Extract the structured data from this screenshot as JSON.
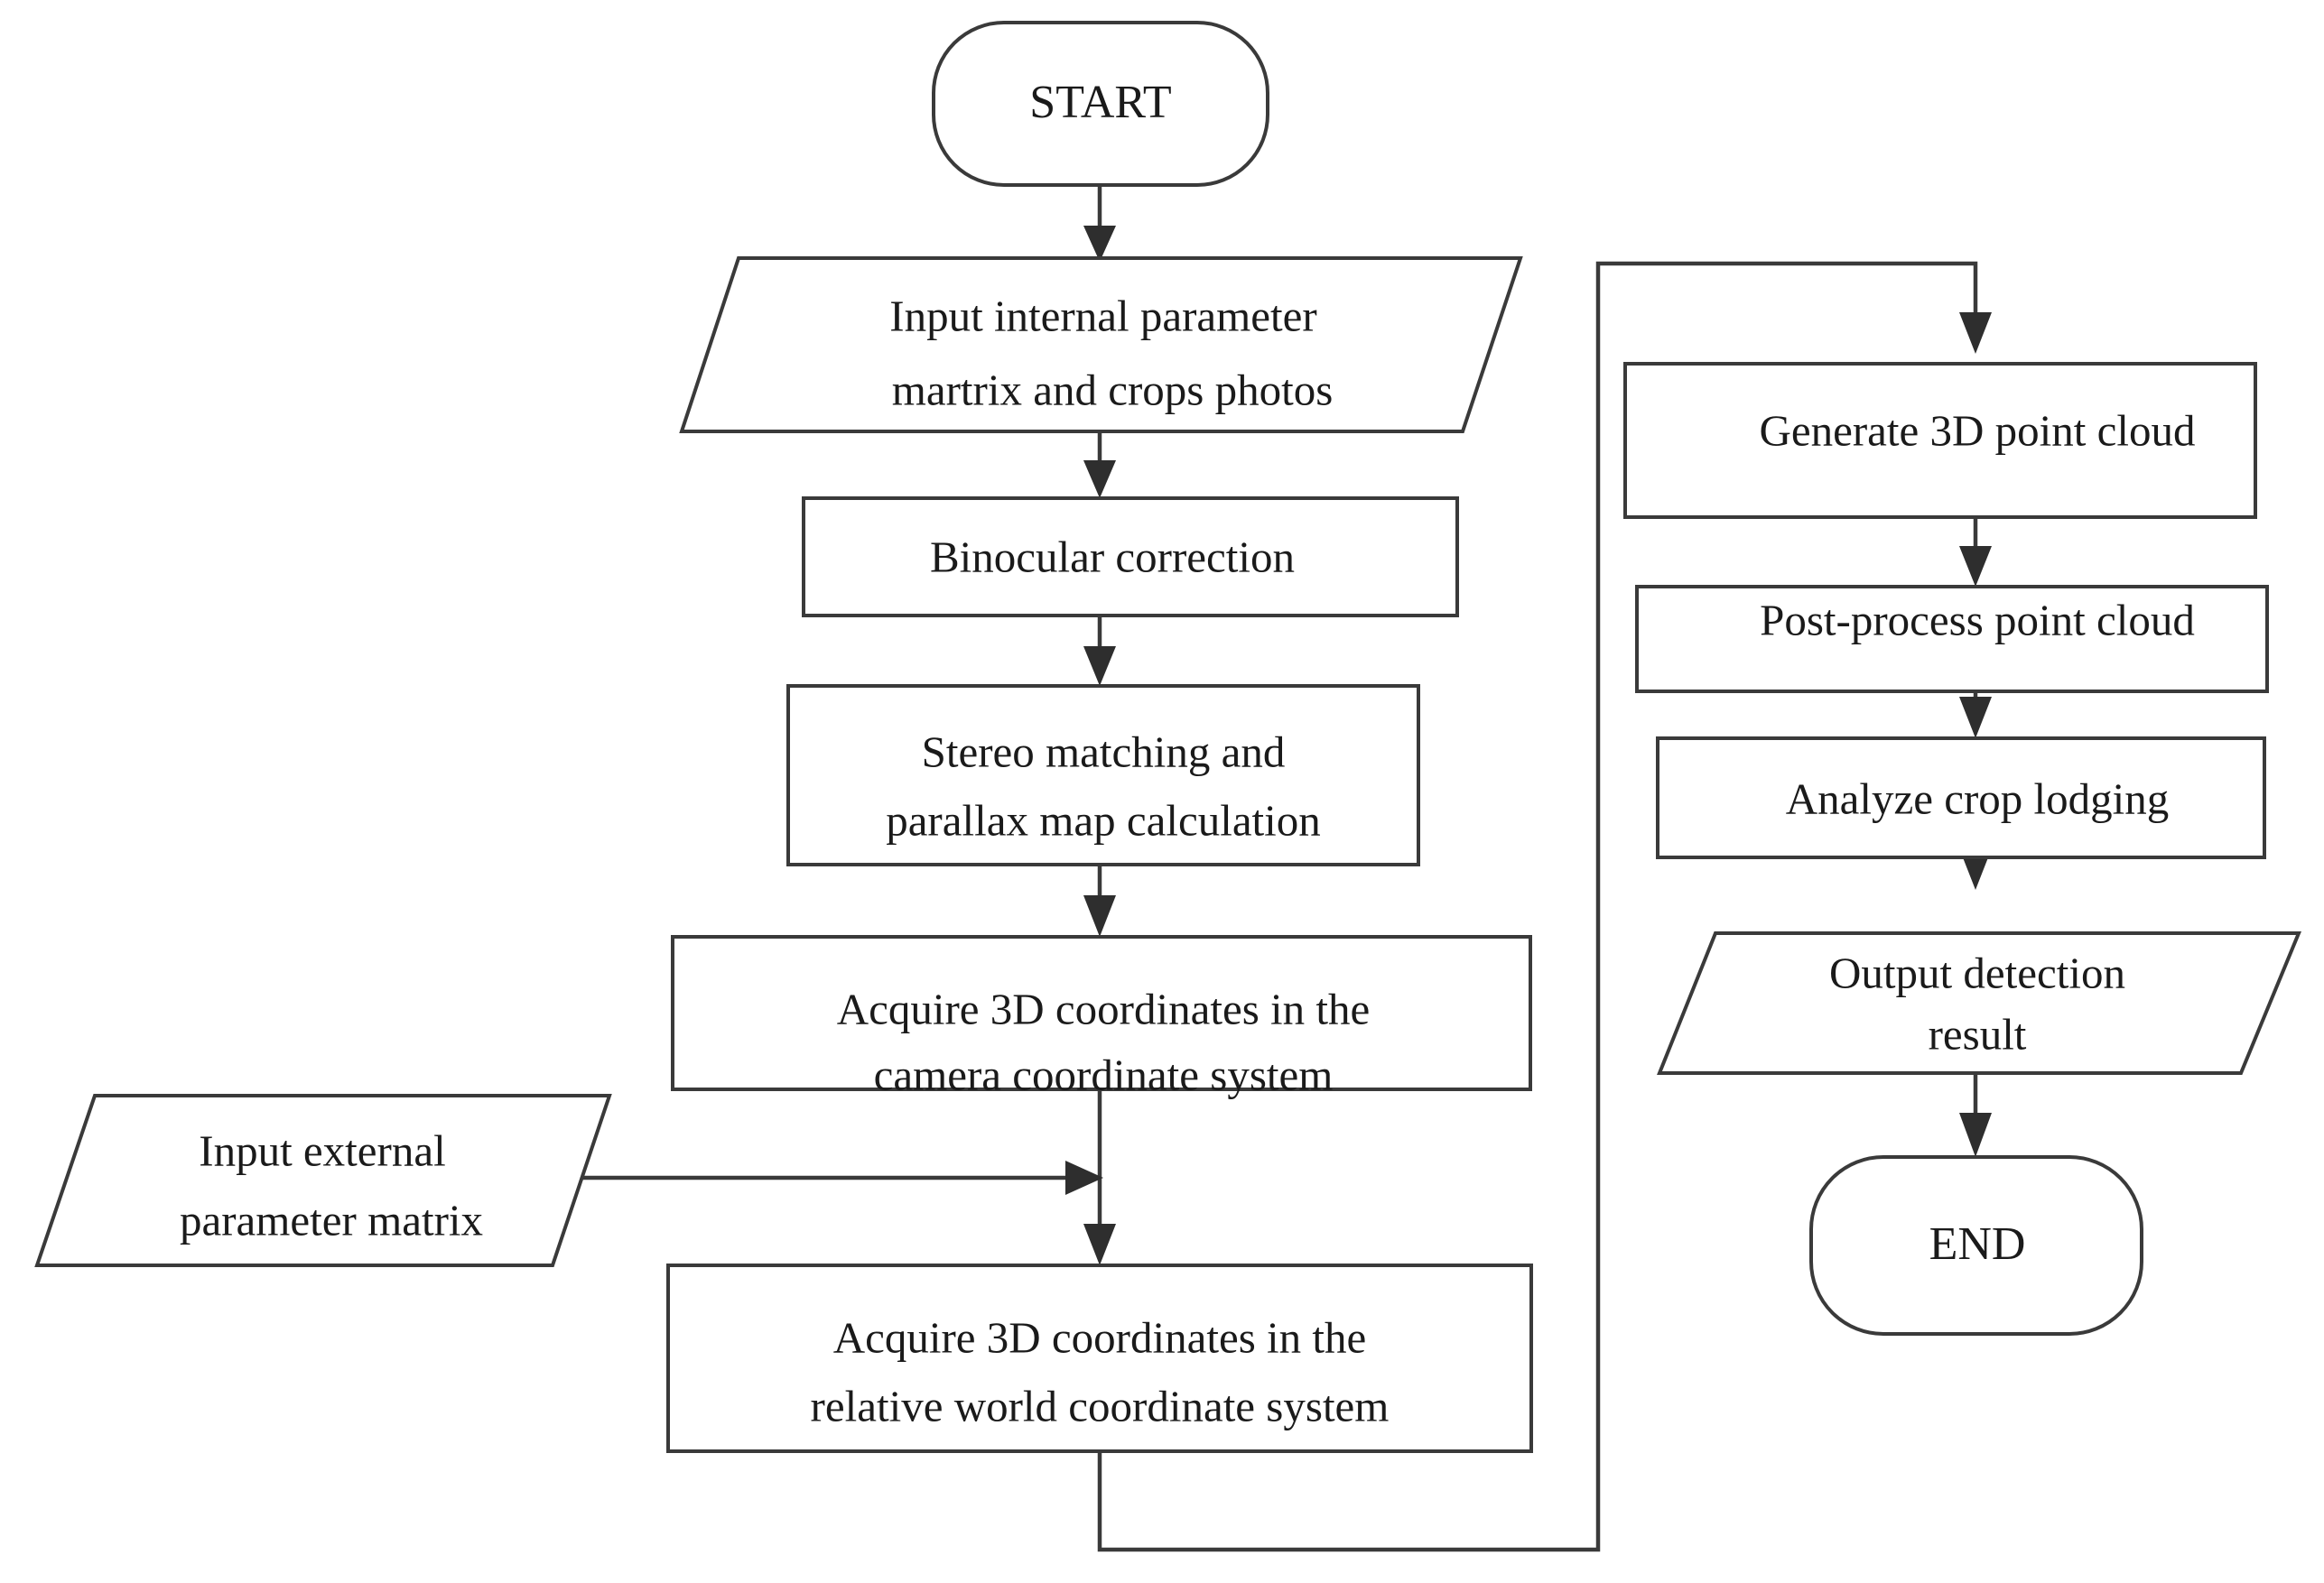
{
  "diagram": {
    "title": "Crop lodging 3D reconstruction detection flowchart",
    "type": "flowchart",
    "colors": {
      "stroke": "#3a3a3a",
      "fill": "#ffffff",
      "text": "#1a1a1a",
      "arrow": "#2e2e2e"
    },
    "nodes": [
      {
        "id": "start",
        "shape": "terminator",
        "label": "START",
        "lines": [
          "START"
        ]
      },
      {
        "id": "input_internal",
        "shape": "parallelogram",
        "label": "Input internal parameter martrix and crops photos",
        "lines": [
          "Input internal parameter",
          "martrix and crops photos"
        ]
      },
      {
        "id": "binocular",
        "shape": "process",
        "label": "Binocular correction",
        "lines": [
          "Binocular correction"
        ]
      },
      {
        "id": "stereo",
        "shape": "process",
        "label": "Stereo matching and parallax map calculation",
        "lines": [
          "Stereo matching and",
          "parallax map calculation"
        ]
      },
      {
        "id": "camera_coords",
        "shape": "process",
        "label": "Acquire 3D coordinates in the camera coordinate system",
        "lines": [
          "Acquire 3D coordinates in the",
          "camera coordinate system"
        ]
      },
      {
        "id": "input_external",
        "shape": "parallelogram",
        "label": "Input external parameter matrix",
        "lines": [
          "Input external",
          "parameter matrix"
        ]
      },
      {
        "id": "world_coords",
        "shape": "process",
        "label": "Acquire 3D coordinates in the relative world coordinate system",
        "lines": [
          "Acquire 3D coordinates in the",
          "relative world coordinate system"
        ]
      },
      {
        "id": "generate_cloud",
        "shape": "process",
        "label": "Generate 3D point cloud",
        "lines": [
          "Generate 3D point cloud"
        ]
      },
      {
        "id": "postprocess",
        "shape": "process",
        "label": "Post-process point cloud",
        "lines": [
          "Post-process point cloud"
        ]
      },
      {
        "id": "analyze",
        "shape": "process",
        "label": "Analyze crop lodging",
        "lines": [
          "Analyze crop lodging"
        ]
      },
      {
        "id": "output_result",
        "shape": "parallelogram",
        "label": "Output detection result",
        "lines": [
          "Output detection",
          "result"
        ]
      },
      {
        "id": "end",
        "shape": "terminator",
        "label": "END",
        "lines": [
          "END"
        ]
      }
    ],
    "edges": [
      {
        "from": "start",
        "to": "input_internal",
        "kind": "straight-down"
      },
      {
        "from": "input_internal",
        "to": "binocular",
        "kind": "straight-down"
      },
      {
        "from": "binocular",
        "to": "stereo",
        "kind": "straight-down"
      },
      {
        "from": "stereo",
        "to": "camera_coords",
        "kind": "straight-down"
      },
      {
        "from": "camera_coords",
        "to": "world_coords",
        "kind": "straight-down"
      },
      {
        "from": "input_external",
        "to": "world_coords",
        "kind": "horizontal-right-join"
      },
      {
        "from": "world_coords",
        "to": "generate_cloud",
        "kind": "loop-around-right"
      },
      {
        "from": "generate_cloud",
        "to": "postprocess",
        "kind": "straight-down"
      },
      {
        "from": "postprocess",
        "to": "analyze",
        "kind": "straight-down"
      },
      {
        "from": "analyze",
        "to": "output_result",
        "kind": "straight-down"
      },
      {
        "from": "output_result",
        "to": "end",
        "kind": "straight-down"
      }
    ]
  }
}
